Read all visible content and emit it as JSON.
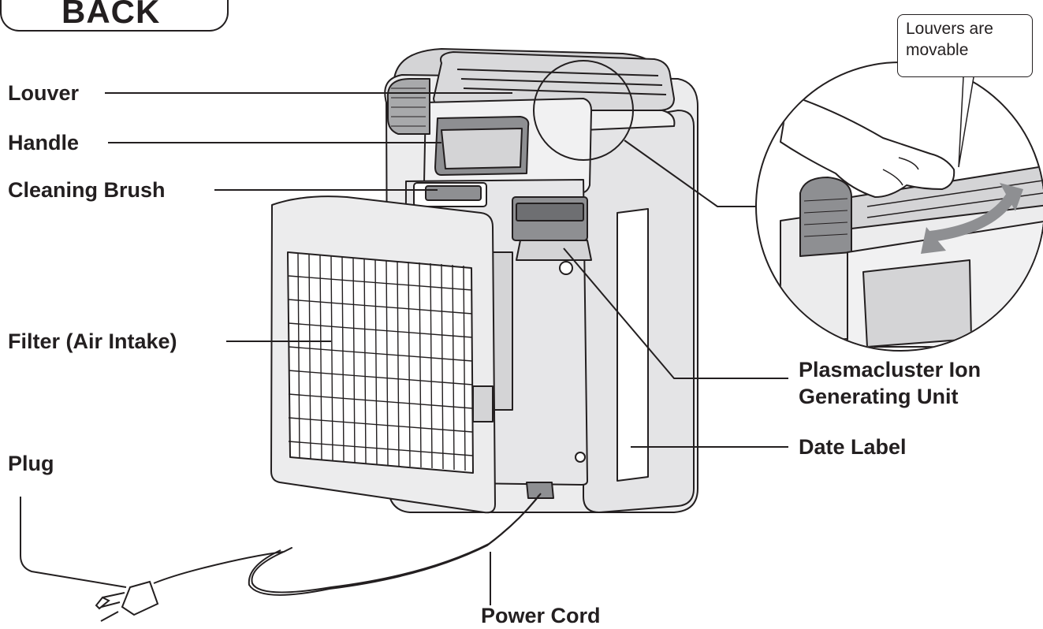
{
  "header": {
    "back_label": "BACK"
  },
  "labels": {
    "louver": "Louver",
    "handle": "Handle",
    "cleaning_brush": "Cleaning Brush",
    "filter": "Filter (Air Intake)",
    "plug": "Plug",
    "power_cord": "Power Cord",
    "ion_unit_line1": "Plasmacluster Ion",
    "ion_unit_line2": "Generating Unit",
    "date_label": "Date Label"
  },
  "callout": {
    "line1": "Louvers are",
    "line2": "movable"
  },
  "colors": {
    "ink": "#231f20",
    "body": "#ececed",
    "shade": "#d4d4d6",
    "dark": "#8e8f92"
  }
}
